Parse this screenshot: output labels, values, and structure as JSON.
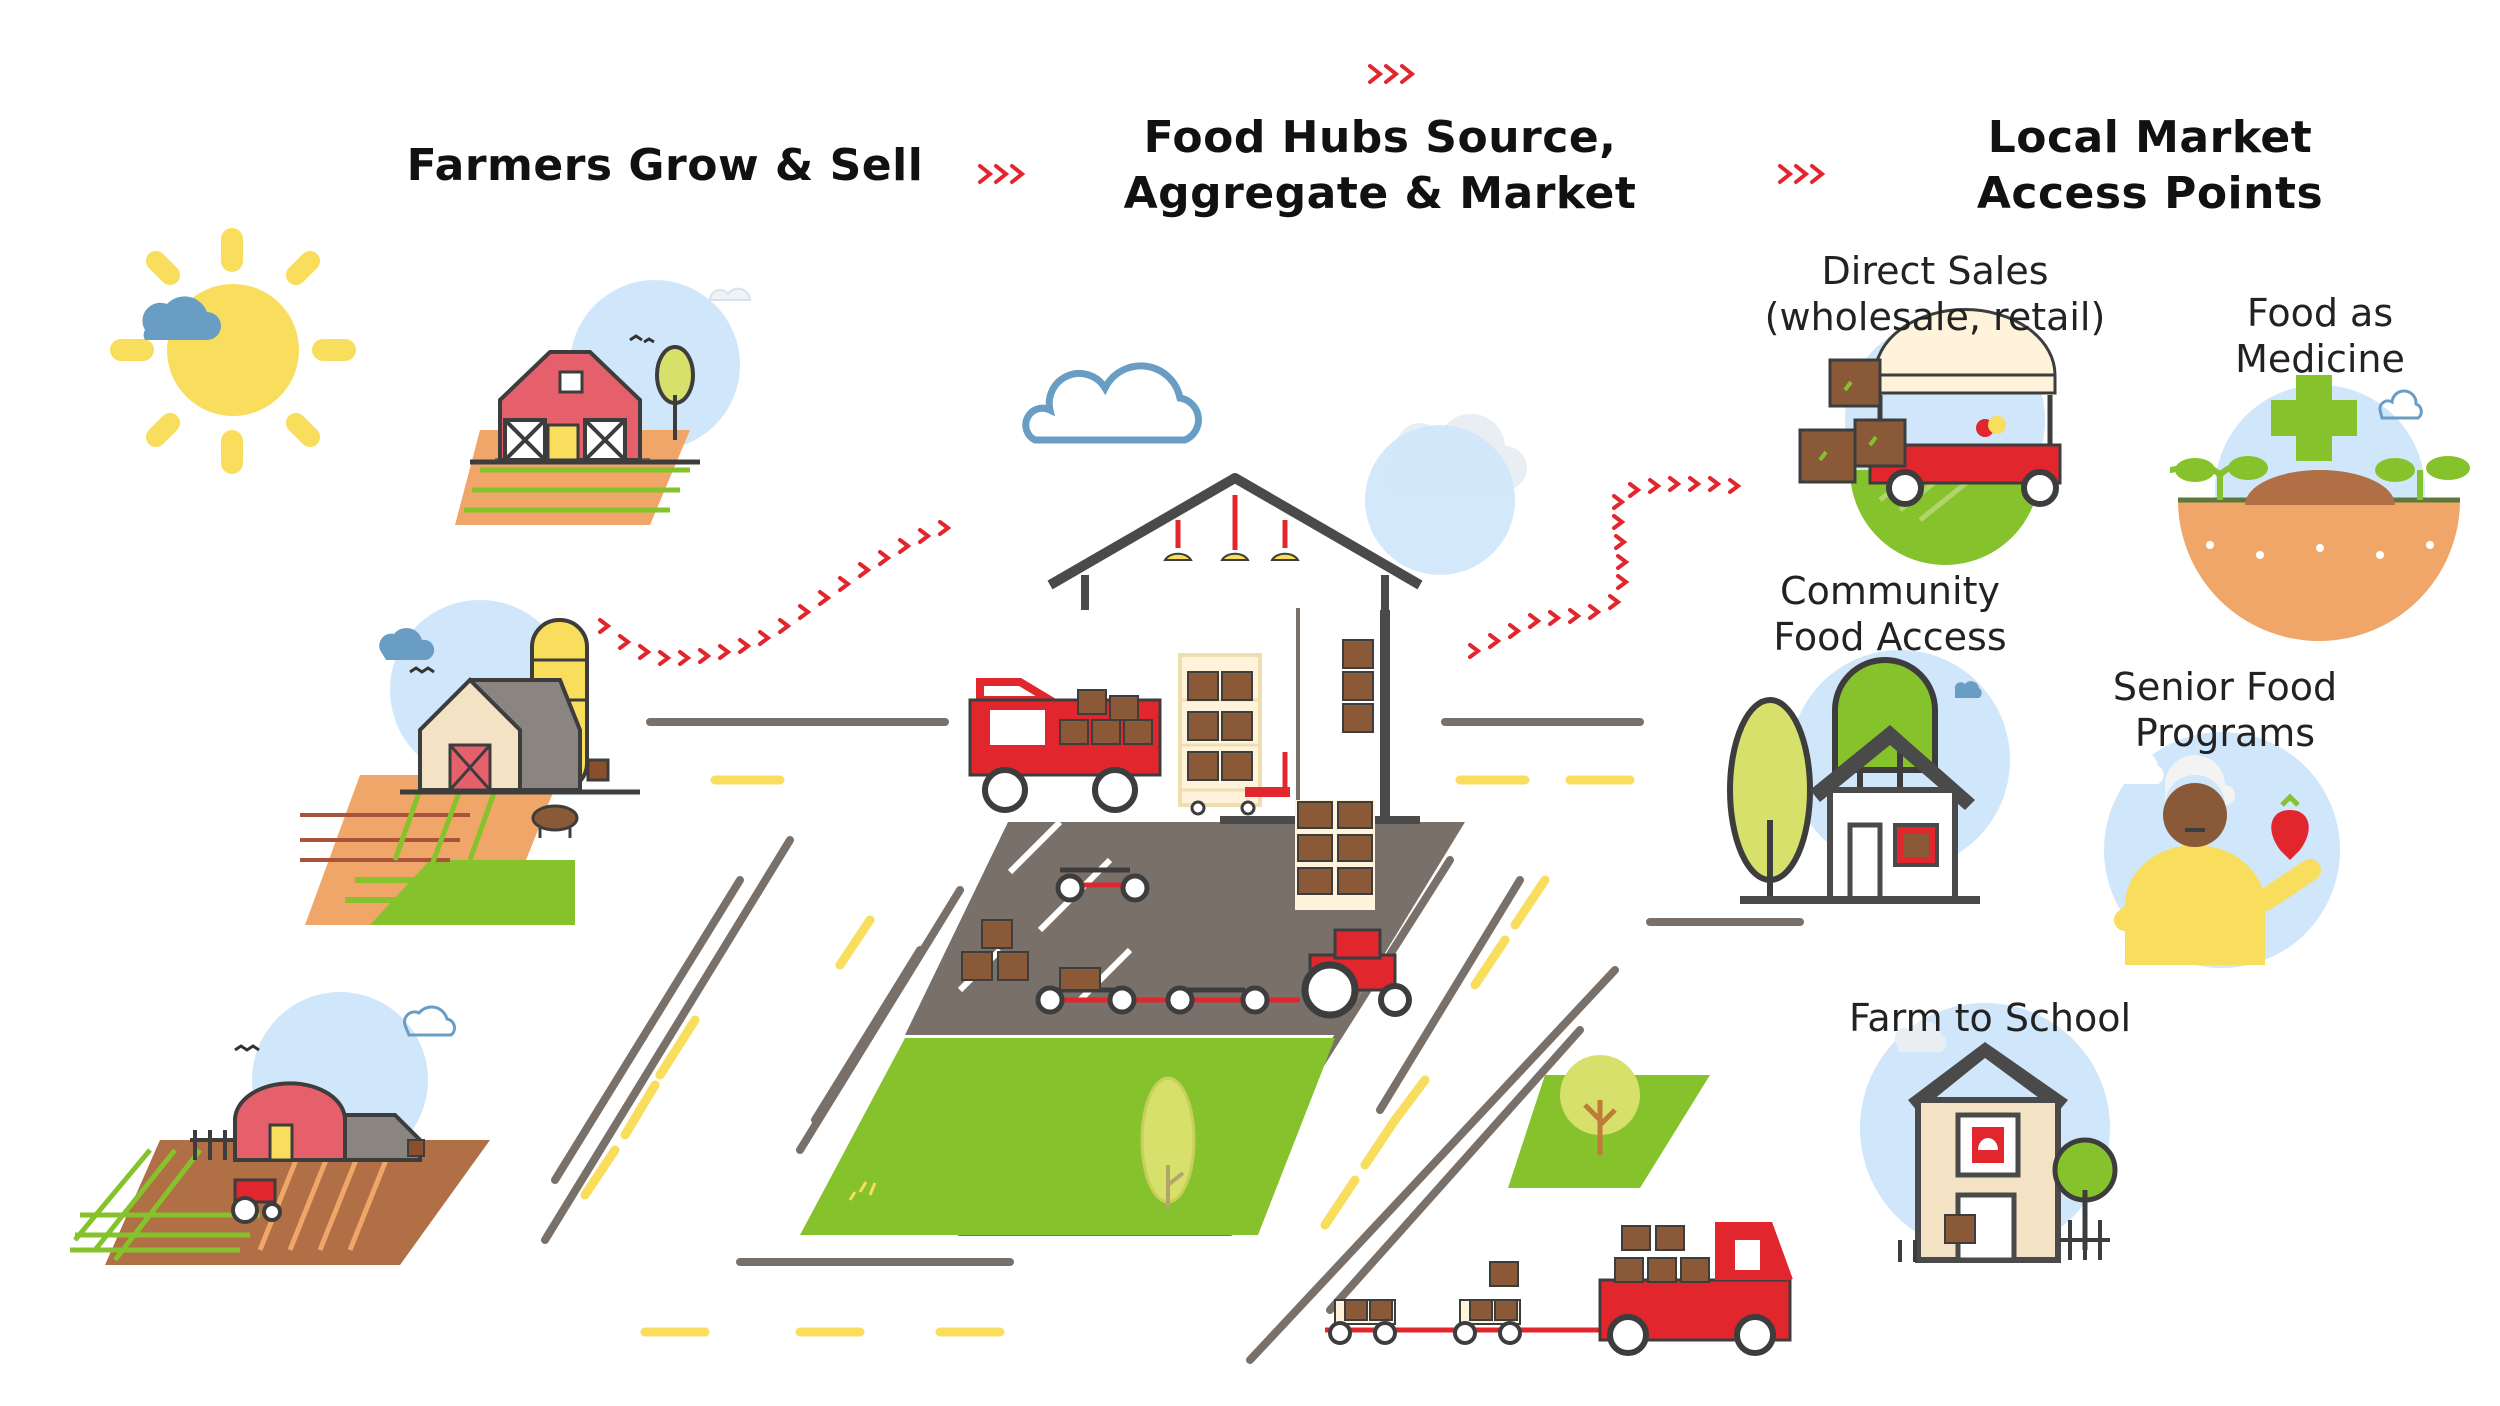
{
  "headers": {
    "farmers": "Farmers Grow & Sell",
    "hubs_line1": "Food Hubs Source,",
    "hubs_line2": "Aggregate & Market",
    "market_line1": "Local Market",
    "market_line2": "Access Points"
  },
  "access_points": {
    "direct_sales_line1": "Direct Sales",
    "direct_sales_line2": "(wholesale, retail)",
    "medicine_line1": "Food as",
    "medicine_line2": "Medicine",
    "community_line1": "Community",
    "community_line2": "Food Access",
    "senior_line1": "Senior Food",
    "senior_line2": "Programs",
    "school": "Farm to School"
  },
  "arrow_glyph": "›››",
  "colors": {
    "accent_red": "#e1262d",
    "sky_blue": "#cfe6fb",
    "sun_yellow": "#f9dd5c",
    "grass_green": "#85c22c",
    "soil_orange": "#f0a668",
    "road_gray": "#7a706a",
    "barn_pink": "#e5606a",
    "outline": "#3d3d3d"
  }
}
